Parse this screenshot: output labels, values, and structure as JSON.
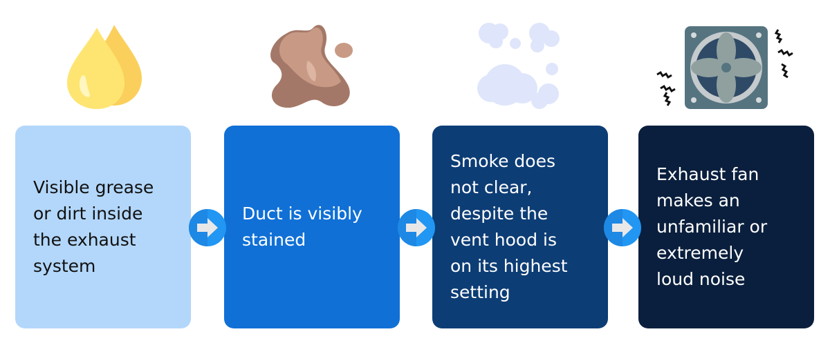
{
  "steps": [
    {
      "text": "Visible grease\nor dirt inside\nthe exhaust\nsystem",
      "color": "#b3d7fb",
      "text_color": "#111111",
      "icon": "oil-drop-icon"
    },
    {
      "text": "Duct is visibly\nstained",
      "color": "#1070d6",
      "text_color": "#ffffff",
      "icon": "stain-icon"
    },
    {
      "text": "Smoke does\nnot clear,\ndespite the\nvent hood is\non its highest\nsetting",
      "color": "#0d3d75",
      "text_color": "#ffffff",
      "icon": "smoke-icon"
    },
    {
      "text": "Exhaust fan\nmakes an\nunfamiliar or\nextremely\nloud noise",
      "color": "#0a1f3d",
      "text_color": "#ffffff",
      "icon": "noisy-fan-icon"
    }
  ]
}
